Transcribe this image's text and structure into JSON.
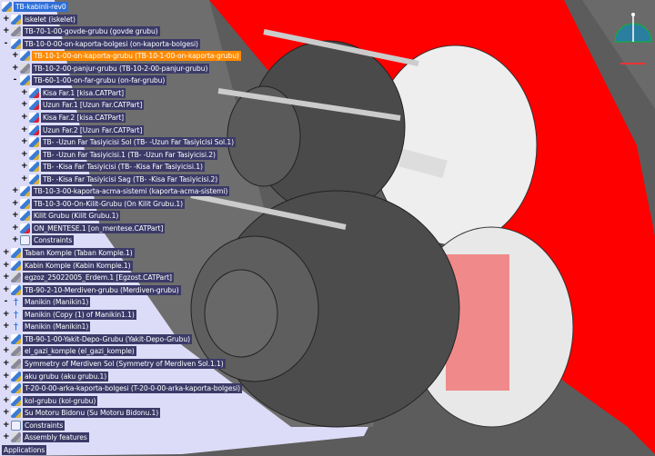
{
  "tree": [
    {
      "label": "TB-kabinli-rev0",
      "level": 0,
      "exp": "",
      "icon": "assembly",
      "state": "selected"
    },
    {
      "label": "iskelet (iskelet)",
      "level": 1,
      "exp": "+",
      "icon": "assembly"
    },
    {
      "label": "TB-70-1-00-govde-grubu (govde grubu)",
      "level": 1,
      "exp": "+",
      "icon": "grey"
    },
    {
      "label": "TB-10-0-00-on-kaporta-bolgesi (on-kaporta-bolgesi)",
      "level": 1,
      "exp": "-",
      "icon": "assembly"
    },
    {
      "label": "TB-10-1-00-on-kaporta-grubu (TB-10-1-00-on-kaporta-grubu)",
      "level": 2,
      "exp": "+",
      "icon": "assembly",
      "state": "highlight"
    },
    {
      "label": "TB-10-2-00-panjur-grubu (TB-10-2-00-panjur-grubu)",
      "level": 2,
      "exp": "+",
      "icon": "grey"
    },
    {
      "label": "TB-60-1-00-on-far-grubu (on-far-grubu)",
      "level": 2,
      "exp": "-",
      "icon": "assembly"
    },
    {
      "label": "Kisa Far.1 [kisa.CATPart]",
      "level": 3,
      "exp": "+",
      "icon": "part"
    },
    {
      "label": "Uzun Far.1 [Uzun Far.CATPart]",
      "level": 3,
      "exp": "+",
      "icon": "part"
    },
    {
      "label": "Kisa Far.2 [kisa.CATPart]",
      "level": 3,
      "exp": "+",
      "icon": "part"
    },
    {
      "label": "Uzun Far.2 [Uzun Far.CATPart]",
      "level": 3,
      "exp": "+",
      "icon": "part"
    },
    {
      "label": "TB- -Uzun Far Tasiyicisi Sol (TB- -Uzun Far Tasiyicisi Sol.1)",
      "level": 3,
      "exp": "+",
      "icon": "assembly"
    },
    {
      "label": "TB- -Uzun Far Tasiyicisi.1 (TB- -Uzun Far Tasiyicisi.2)",
      "level": 3,
      "exp": "+",
      "icon": "assembly"
    },
    {
      "label": "TB- -Kisa Far Tasiyicisi (TB- -Kisa Far Tasiyicisi.1)",
      "level": 3,
      "exp": "+",
      "icon": "assembly"
    },
    {
      "label": "TB- -Kisa Far Tasiyicisi Sag (TB- -Kisa Far Tasiyicisi.2)",
      "level": 3,
      "exp": "+",
      "icon": "assembly"
    },
    {
      "label": "TB-10-3-00-kaporta-acma-sistemi (kaporta-acma-sistemi)",
      "level": 2,
      "exp": "+",
      "icon": "assembly"
    },
    {
      "label": "TB-10-3-00-On-Kilit-Grubu (On Kilit Grubu.1)",
      "level": 2,
      "exp": "+",
      "icon": "assembly"
    },
    {
      "label": "Kilit Grubu (Kilit Grubu.1)",
      "level": 2,
      "exp": "+",
      "icon": "assembly"
    },
    {
      "label": "ON_MENTESE.1 [on_mentese.CATPart]",
      "level": 2,
      "exp": "+",
      "icon": "part"
    },
    {
      "label": "Constraints",
      "level": 2,
      "exp": "+",
      "icon": "constraints"
    },
    {
      "label": "Taban Komple (Taban Komple.1)",
      "level": 1,
      "exp": "+",
      "icon": "assembly"
    },
    {
      "label": "Kabin Komple (Kabin Komple.1)",
      "level": 1,
      "exp": "+",
      "icon": "assembly"
    },
    {
      "label": "egzoz_25022005_Erdem.1 [Egzost.CATPart]",
      "level": 1,
      "exp": "+",
      "icon": "grey"
    },
    {
      "label": "TB-90-2-10-Merdiven-grubu (Merdiven-grubu)",
      "level": 1,
      "exp": "+",
      "icon": "assembly"
    },
    {
      "label": "Manikin (Manikin1)",
      "level": 1,
      "exp": "-",
      "icon": "manikin"
    },
    {
      "label": "Manikin (Copy (1) of Manikin1.1)",
      "level": 1,
      "exp": "+",
      "icon": "manikin"
    },
    {
      "label": "Manikin (Manikin1)",
      "level": 1,
      "exp": "+",
      "icon": "manikin"
    },
    {
      "label": "TB-90-1-00-Yakit-Depo-Grubu (Yakit-Depo-Grubu)",
      "level": 1,
      "exp": "+",
      "icon": "assembly"
    },
    {
      "label": "el_gazi_komple (el_gazi_komple)",
      "level": 1,
      "exp": "+",
      "icon": "grey"
    },
    {
      "label": "Symmetry of Merdiven Sol (Symmetry of Merdiven Sol.1.1)",
      "level": 1,
      "exp": "+",
      "icon": "grey"
    },
    {
      "label": "aku grubu (aku grubu.1)",
      "level": 1,
      "exp": "+",
      "icon": "assembly"
    },
    {
      "label": "T-20-0-00-arka-kaporta-bolgesi (T-20-0-00-arka-kaporta-bolgesi)",
      "level": 1,
      "exp": "+",
      "icon": "assembly"
    },
    {
      "label": "kol-grubu (kol-grubu)",
      "level": 1,
      "exp": "+",
      "icon": "assembly"
    },
    {
      "label": "Su Motoru Bidonu (Su Motoru Bidonu.1)",
      "level": 1,
      "exp": "+",
      "icon": "assembly"
    },
    {
      "label": "Constraints",
      "level": 1,
      "exp": "+",
      "icon": "constraints"
    },
    {
      "label": "Assembly features",
      "level": 1,
      "exp": "+",
      "icon": "grey"
    },
    {
      "label": "Applications",
      "level": 0,
      "exp": "",
      "icon": "none"
    }
  ],
  "colors": {
    "body_red": "#ff0000",
    "tree_label_bg": "#3b3a68",
    "selected": "#2f6fd6",
    "highlight": "#ff8a00"
  }
}
